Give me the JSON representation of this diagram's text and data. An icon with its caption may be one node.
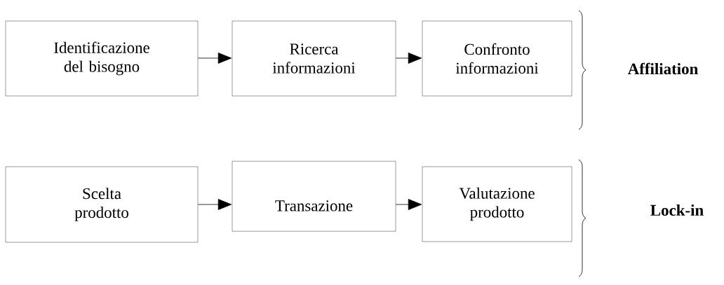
{
  "diagram": {
    "nodes": [
      {
        "text": [
          "Identificazione del bisogno"
        ]
      },
      {
        "text": [
          "Ricerca informazioni"
        ]
      },
      {
        "text": [
          "Confronto informazioni"
        ]
      },
      {
        "text": [
          "Scelta prodotto"
        ]
      },
      {
        "text": [
          "Transazione"
        ]
      },
      {
        "text": [
          "Valutazione prodotto"
        ]
      }
    ],
    "edges": [
      {
        "from": 0,
        "to": 1,
        "arrow": "to"
      },
      {
        "from": 1,
        "to": 2,
        "arrow": "to"
      },
      {
        "from": 3,
        "to": 4,
        "arrow": "to"
      },
      {
        "from": 4,
        "to": 5,
        "arrow": "to"
      }
    ],
    "labels": [
      "Affiliation",
      "Lock-in"
    ]
  }
}
